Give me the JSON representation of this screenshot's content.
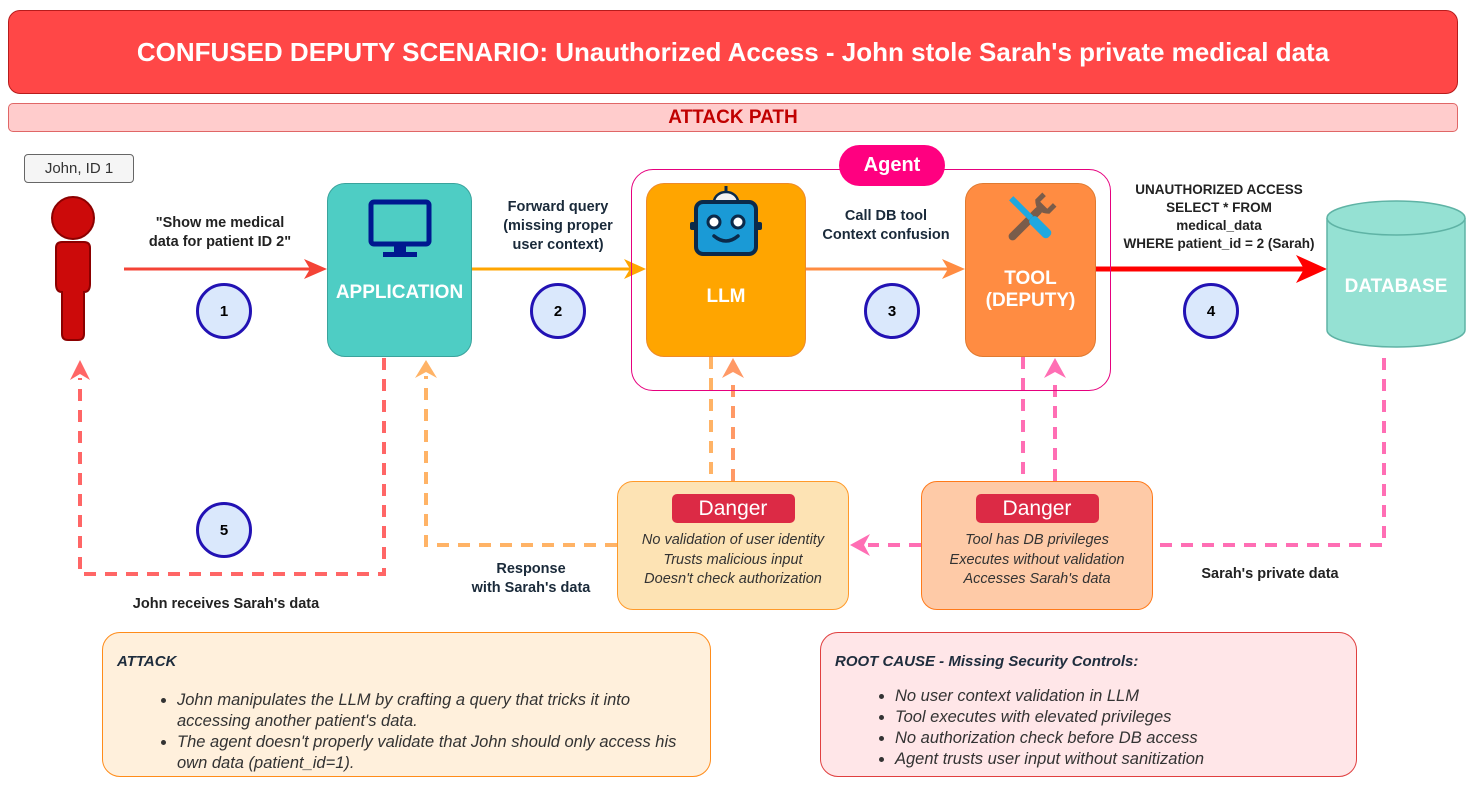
{
  "title": "CONFUSED DEPUTY SCENARIO: Unauthorized Access - John stole Sarah's private medical data",
  "section": "ATTACK PATH",
  "user": {
    "tag": "John, ID 1",
    "icon": "person-icon"
  },
  "nodes": {
    "application": {
      "label": "APPLICATION",
      "icon": "monitor-icon"
    },
    "llm": {
      "label": "LLM",
      "icon": "robot-icon"
    },
    "tool": {
      "label_line1": "TOOL",
      "label_line2": "(DEPUTY)",
      "icon": "tools-icon"
    },
    "database": {
      "label": "DATABASE",
      "icon": "cylinder-icon"
    },
    "agent": {
      "label": "Agent"
    }
  },
  "edges": {
    "e1": {
      "step": "1",
      "line1": "\"Show me medical",
      "line2": "data for patient ID 2\""
    },
    "e2": {
      "step": "2",
      "line1": "Forward query",
      "line2": "(missing proper",
      "line3": "user context)"
    },
    "e3": {
      "step": "3",
      "line1": "Call DB tool",
      "line2": "Context confusion"
    },
    "e4": {
      "step": "4",
      "line1": "UNAUTHORIZED ACCESS",
      "line2": "SELECT * FROM",
      "line3": "medical_data",
      "line4": "WHERE patient_id = 2 (Sarah)"
    },
    "e5": {
      "step": "5",
      "label": "John receives Sarah's data"
    },
    "response": {
      "line1": "Response",
      "line2": "with Sarah's data"
    },
    "private": {
      "label": "Sarah's private data"
    }
  },
  "dangers": [
    {
      "badge": "Danger",
      "lines": [
        "No validation of user identity",
        "Trusts malicious input",
        "Doesn't check authorization"
      ]
    },
    {
      "badge": "Danger",
      "lines": [
        "Tool has DB privileges",
        "Executes without validation",
        "Accesses Sarah's data"
      ]
    }
  ],
  "attack": {
    "title": "ATTACK",
    "items": [
      "John manipulates the LLM by crafting a query that tricks it into accessing another patient's data.",
      "The agent doesn't properly validate that John should only access his own data (patient_id=1)."
    ]
  },
  "root_cause": {
    "title": "ROOT CAUSE - Missing Security Controls:",
    "items": [
      "No user context validation in LLM",
      "Tool executes with elevated privileges",
      "No authorization check before DB access",
      "Agent trusts user input without sanitization"
    ]
  },
  "colors": {
    "title_bg": "#ff4747",
    "section_bg": "#ffcccc",
    "application": "#4ecdc4",
    "llm": "#ffa500",
    "tool": "#ff8c42",
    "database": "#95e1d3",
    "agent": "#ff0080",
    "danger": "#dc2a45",
    "step_fill": "#dae8fc",
    "step_stroke": "#2212b4"
  }
}
